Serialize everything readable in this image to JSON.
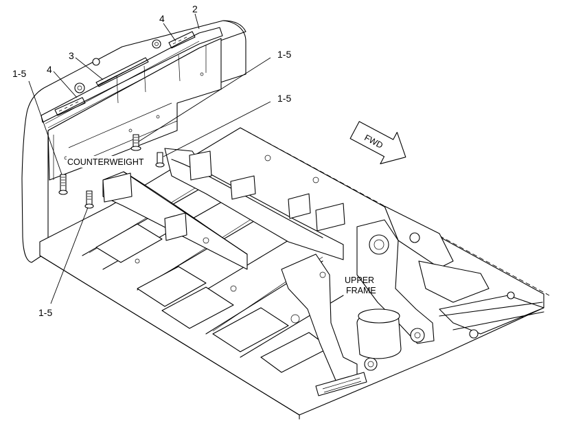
{
  "labels": {
    "counterweight": "COUNTERWEIGHT",
    "upper_frame_line1": "UPPER",
    "upper_frame_line2": "FRAME",
    "fwd": "FWD"
  },
  "callouts": {
    "c_1_5_top_left": "1-5",
    "c_4_left": "4",
    "c_3": "3",
    "c_4_top": "4",
    "c_2": "2",
    "c_1_5_upper_right": "1-5",
    "c_1_5_mid_right": "1-5",
    "c_1_5_bottom_left": "1-5"
  }
}
